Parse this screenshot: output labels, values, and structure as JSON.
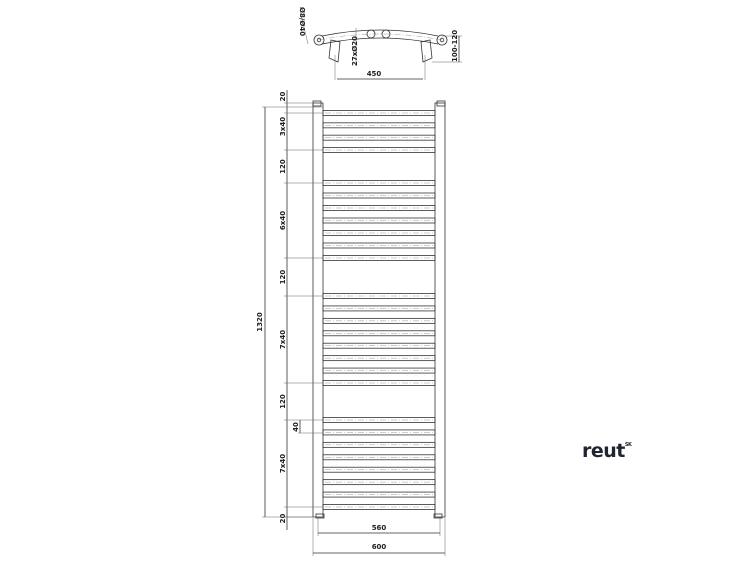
{
  "top_view": {
    "pipe_label": "Ø8/Ø40",
    "wall_distance_label": "100-120",
    "tube_label": "27xØ20",
    "mount_spacing_label": "450"
  },
  "front_view": {
    "dims_left": [
      "20",
      "3x40",
      "120",
      "6x40",
      "120",
      "7x40",
      "120",
      "40",
      "7x40",
      "20"
    ],
    "height_label": "1320",
    "inner_width_label": "560",
    "outer_width_label": "600"
  },
  "logo": {
    "text": "reut",
    "superscript": "SK"
  }
}
